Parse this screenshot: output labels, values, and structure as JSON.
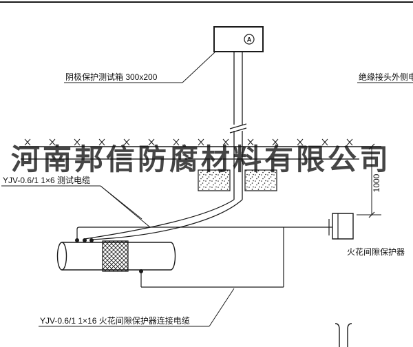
{
  "page": {
    "background": "#ffffff",
    "line_color": "#1a1a1a"
  },
  "watermark": {
    "text": "河南邦信防腐材料有限公司",
    "color": "#3d3d3d"
  },
  "test_box": {
    "label": "阴极保护测试箱 300x200",
    "meter_symbol": "A"
  },
  "cables": {
    "insulated_joint_label": "绝缘接头外侧电缆",
    "test_cable_label": "YJV-0.6/1 1×6  测试电缆",
    "connection_cable_label": "YJV-0.6/1 1×16  火花间隙保护器连接电缆"
  },
  "spark_gap": {
    "label": "火花间隙保护器"
  },
  "dimension": {
    "depth_value": "1000"
  }
}
